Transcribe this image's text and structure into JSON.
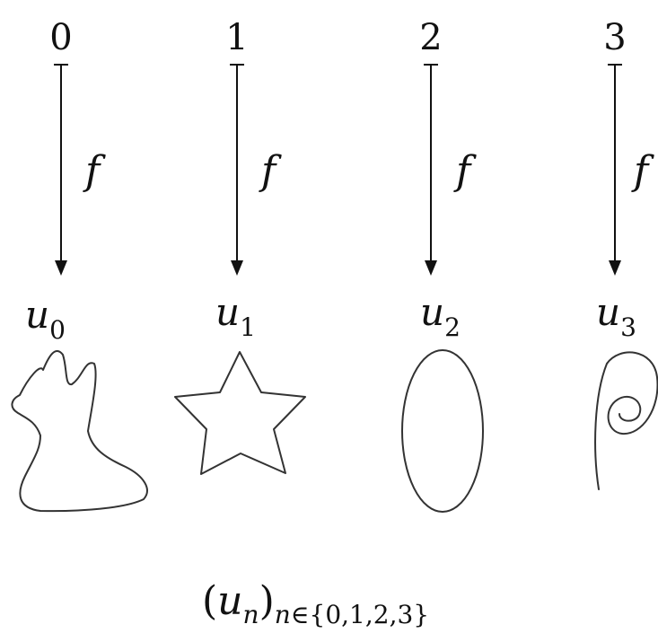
{
  "columns": [
    {
      "index": "0",
      "map": "f",
      "var": "u",
      "sub": "0",
      "shape": "blob"
    },
    {
      "index": "1",
      "map": "f",
      "var": "u",
      "sub": "1",
      "shape": "star"
    },
    {
      "index": "2",
      "map": "f",
      "var": "u",
      "sub": "2",
      "shape": "ellipse"
    },
    {
      "index": "3",
      "map": "f",
      "var": "u",
      "sub": "3",
      "shape": "spiral"
    }
  ],
  "formula": {
    "open": "(",
    "var": "u",
    "sub": "n",
    "close": ")",
    "index_var": "n",
    "index_set": "∈{0,1,2,3}"
  }
}
